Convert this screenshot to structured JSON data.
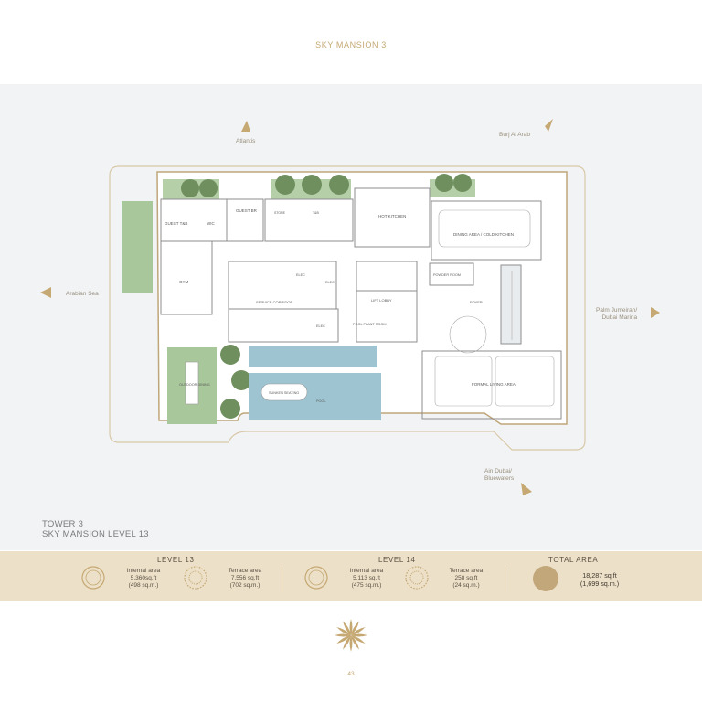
{
  "header": {
    "title": "SKY MANSION 3"
  },
  "directions": {
    "atlantis": "Atlantis",
    "burj_al_arab": "Burj Al Arab",
    "arabian_sea": "Arabian Sea",
    "palm_line1": "Palm Jumeirah/",
    "palm_line2": "Dubai Marina",
    "ain_line1": "Ain Dubai/",
    "ain_line2": "Bluewaters"
  },
  "rooms": {
    "guest_tb": "GUEST T&B",
    "wic": "WIC",
    "guest_br": "GUEST BR",
    "store": "STORE",
    "tb": "T&B",
    "gym": "GYM",
    "hot_kitchen": "HOT KITCHEN",
    "dining_cold_kitchen": "DINING AREA / COLD KITCHEN",
    "powder_room": "POWDER ROOM",
    "elec1": "ELEC",
    "elec2": "ELEC",
    "elec3": "ELEC",
    "service_corridor": "SERVICE CORRIDOR",
    "lift_lobby": "LIFT LOBBY",
    "foyer": "FOYER",
    "pool_plant_room": "POOL PLANT ROOM",
    "outdoor_dining": "OUTDOOR DINING",
    "sunken_seating": "SUNKEN SEATING",
    "pool": "POOL",
    "formal_living": "FORMAL LIVING AREA"
  },
  "tower": {
    "line1": "TOWER 3",
    "line2": "SKY MANSION LEVEL 13"
  },
  "stats": {
    "level13": {
      "heading": "LEVEL 13",
      "internal_label": "Internal area",
      "internal_sqft": "5,360sq.ft",
      "internal_sqm": "(498 sq.m.)",
      "terrace_label": "Terrace area",
      "terrace_sqft": "7,556 sq.ft",
      "terrace_sqm": "(702 sq.m.)"
    },
    "level14": {
      "heading": "LEVEL 14",
      "internal_label": "Internal area",
      "internal_sqft": "5,113 sq.ft",
      "internal_sqm": "(475 sq.m.)",
      "terrace_label": "Terrace area",
      "terrace_sqft": "258 sq.ft",
      "terrace_sqm": "(24 sq.m.)"
    },
    "total": {
      "heading": "TOTAL AREA",
      "sqft": "18,287 sq.ft",
      "sqm": "(1,699 sq.m.)"
    }
  },
  "footer": {
    "page_number": "43"
  },
  "colors": {
    "gold": "#c5a872",
    "beige_bar": "#ece0c8",
    "plan_bg": "#f1f3f5",
    "pool": "#9ec4d2",
    "grass": "#a8c79a"
  }
}
